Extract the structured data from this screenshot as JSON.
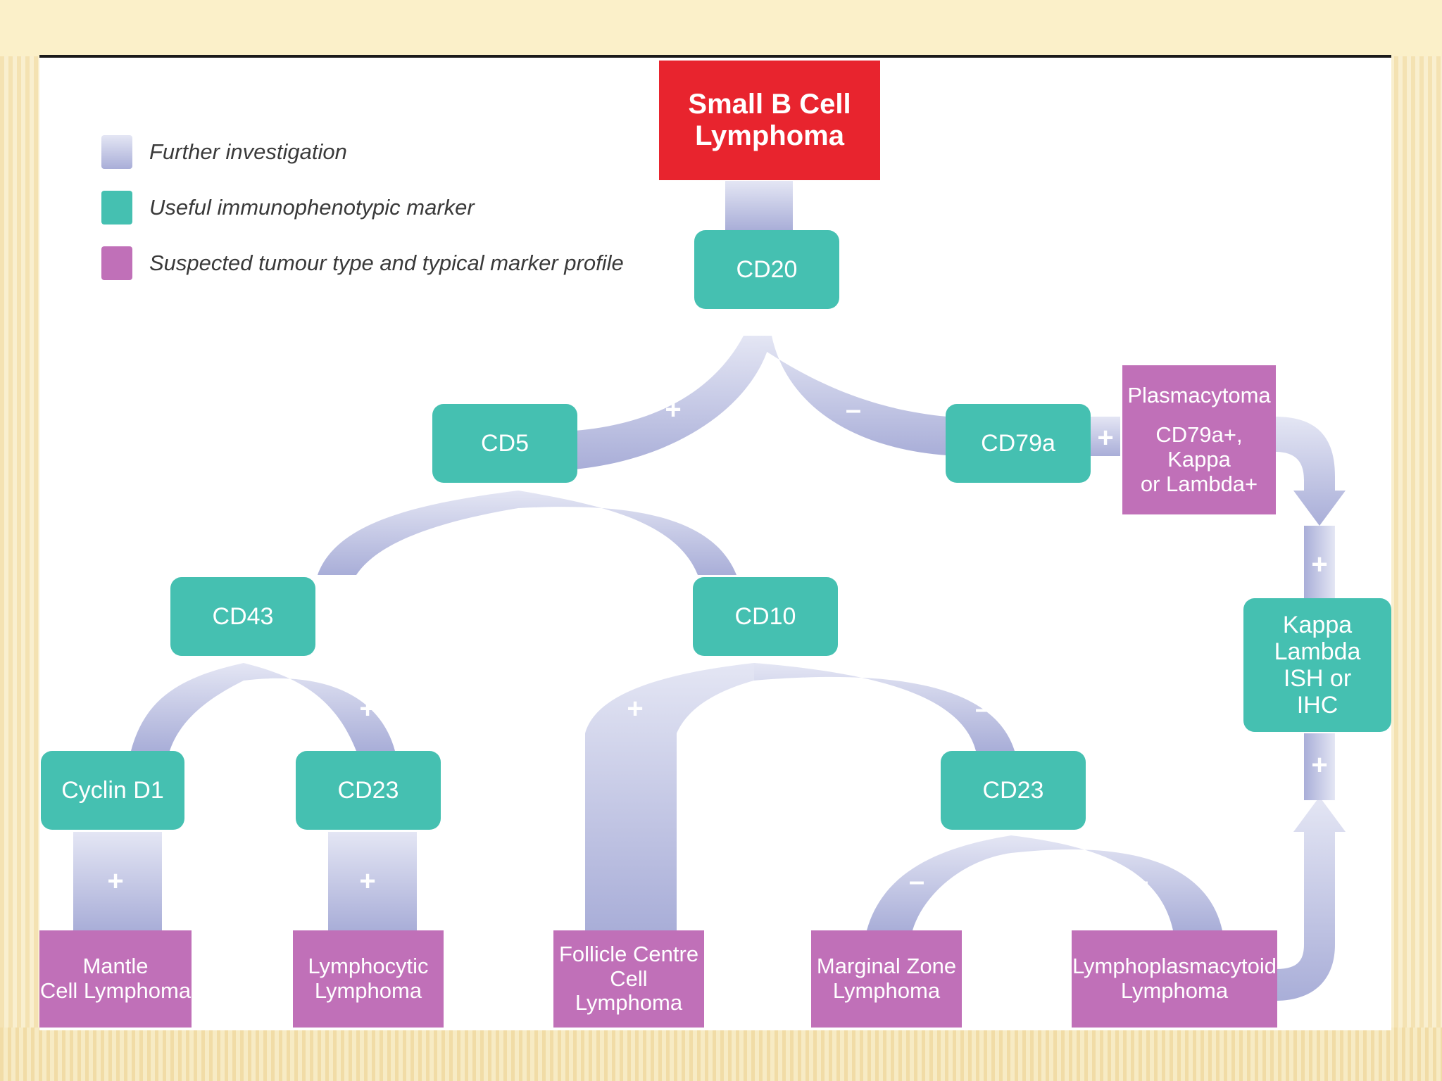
{
  "legend": [
    {
      "label": "Further investigation"
    },
    {
      "label": "Useful immunophenotypic marker"
    },
    {
      "label": "Suspected tumour type and typical marker profile"
    }
  ],
  "nodes": {
    "root": {
      "lines": [
        "Small B Cell",
        "Lymphoma"
      ]
    },
    "cd20": {
      "lines": [
        "CD20"
      ]
    },
    "cd5": {
      "lines": [
        "CD5"
      ]
    },
    "cd79a": {
      "lines": [
        "CD79a"
      ]
    },
    "plasmacytoma": {
      "lines": [
        "Plasmacytoma",
        "CD79a+, Kappa",
        "or Lambda+"
      ]
    },
    "cd43": {
      "lines": [
        "CD43"
      ]
    },
    "cd10": {
      "lines": [
        "CD10"
      ]
    },
    "kappa_lambda": {
      "lines": [
        "Kappa",
        "Lambda",
        "ISH or",
        "IHC"
      ]
    },
    "cyclin_d1": {
      "lines": [
        "Cyclin D1"
      ]
    },
    "cd23_left": {
      "lines": [
        "CD23"
      ]
    },
    "cd23_right": {
      "lines": [
        "CD23"
      ]
    },
    "mantle": {
      "lines": [
        "Mantle",
        "Cell Lymphoma"
      ]
    },
    "lymphocytic": {
      "lines": [
        "Lymphocytic",
        "Lymphoma"
      ]
    },
    "follicle": {
      "lines": [
        "Follicle Centre",
        "Cell Lymphoma"
      ]
    },
    "marginal": {
      "lines": [
        "Marginal Zone",
        "Lymphoma"
      ]
    },
    "lymphoplasmacytoid": {
      "lines": [
        "Lymphoplasmacytoid",
        "Lymphoma"
      ]
    }
  },
  "signs": {
    "cd20_cd5": "+",
    "cd20_cd79a": "–",
    "cd79a_plasma": "+",
    "cd5_cd43": "+",
    "cd5_cd10": "–",
    "cd43_cyclin": "+",
    "cd43_cd23": "+",
    "cyclin_mantle": "+",
    "cd23_lymphocytic": "+",
    "cd10_follicle": "+",
    "cd10_cd23": "–",
    "cd23_marginal": "–",
    "cd23_lymphoplasma": "–",
    "kappa_top": "+",
    "kappa_bottom": "+"
  },
  "colors": {
    "marker": "#45c0b1",
    "tumour": "#c070b8",
    "root": "#e8242e",
    "path_light": "#e4e6f4",
    "path_dark": "#a9aed8"
  }
}
